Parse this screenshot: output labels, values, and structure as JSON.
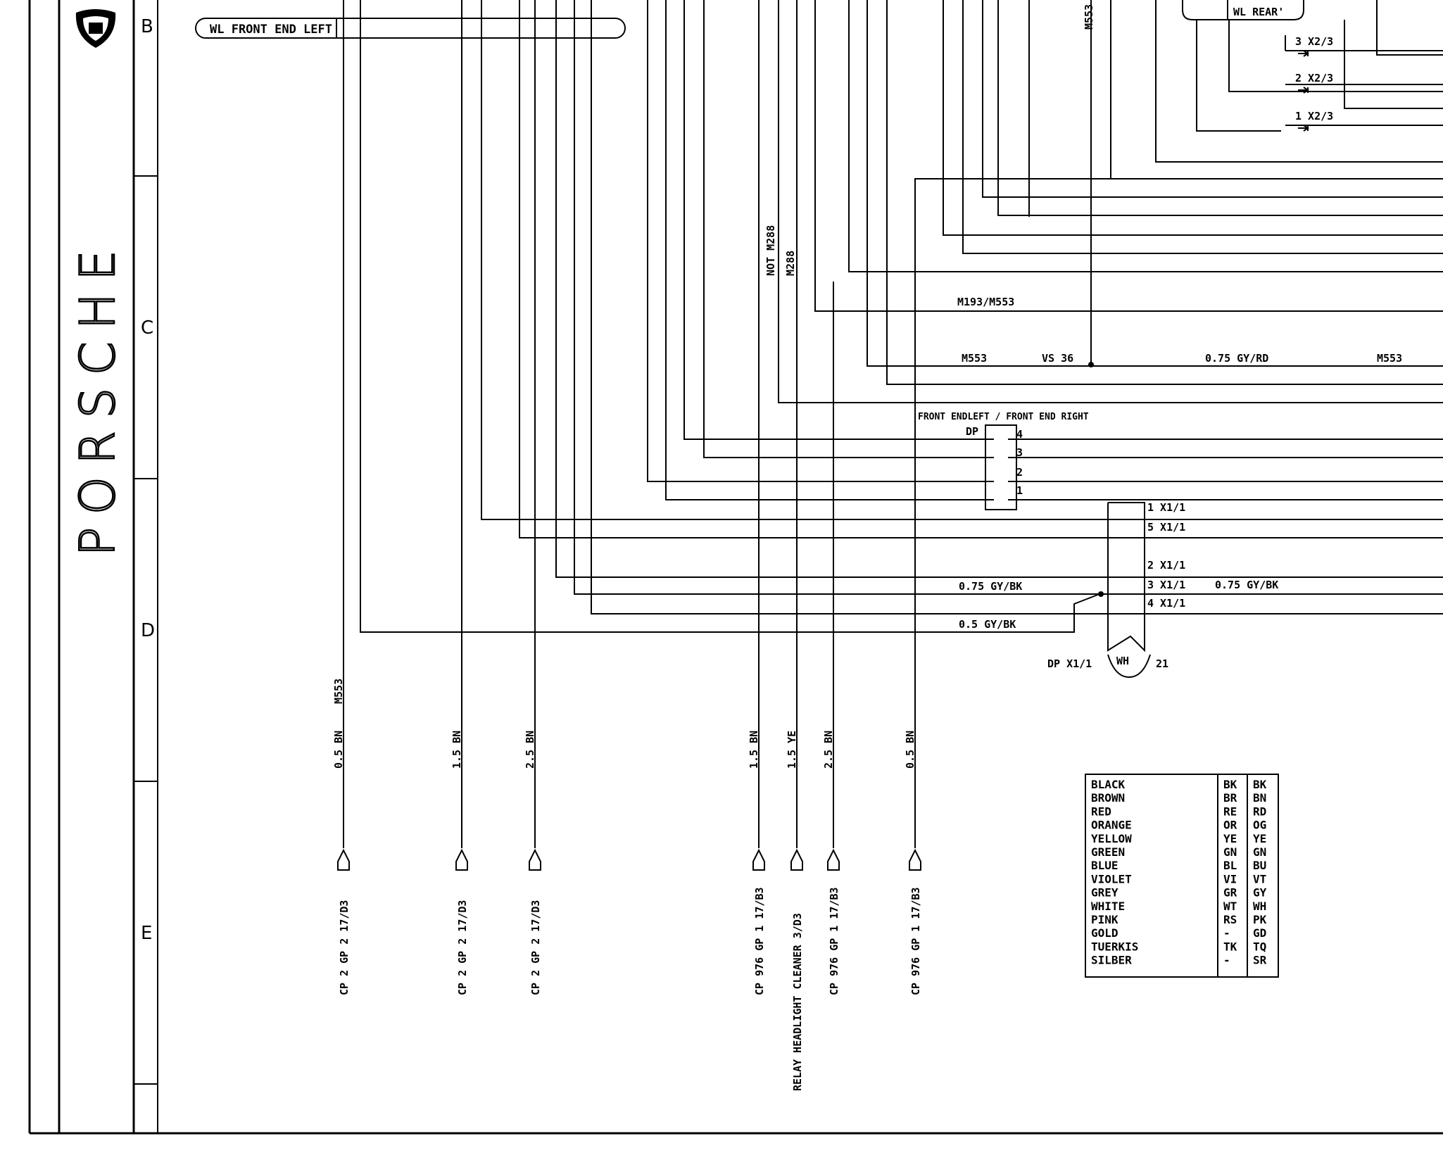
{
  "brand": {
    "name": "PORSCHE"
  },
  "zones": [
    "B",
    "C",
    "D",
    "E"
  ],
  "connectors_top": {
    "wl_front_end_left": "WL FRONT END LEFT",
    "wl_rear": "WL REAR'"
  },
  "x2_pins": [
    "3 X2/3",
    "2 X2/3",
    "1 X2/3"
  ],
  "wire_labels": {
    "m553_top": "M553",
    "not_m288": "NOT M288",
    "m288": "M288",
    "m193_m553": "M193/M553",
    "m553_left": "M553",
    "vs36": "VS 36",
    "gy_rd": "0.75 GY/RD",
    "m553_right": "M553",
    "gy_bk_1": "0.75 GY/BK",
    "gy_bk_2": "0.75 GY/BK",
    "gy_bk_3": "0.5 GY/BK",
    "m553_vertical": "M553"
  },
  "dp_connector": {
    "title": "FRONT ENDLEFT / FRONT END RIGHT",
    "name": "DP",
    "pins": [
      "4",
      "3",
      "2",
      "1"
    ]
  },
  "x1_connector": {
    "pins": [
      "1 X1/1",
      "5 X1/1",
      "2 X1/1",
      "3 X1/1",
      "4 X1/1"
    ],
    "name": "DP X1/1",
    "color_code": "WH",
    "number": "21"
  },
  "bottom_wires": [
    {
      "size": "0.5 BN",
      "target": "CP 2 GP 2  17/D3"
    },
    {
      "size": "1.5 BN",
      "target": "CP 2 GP 2  17/D3"
    },
    {
      "size": "2.5 BN",
      "target": "CP 2 GP 2  17/D3"
    },
    {
      "size": "1.5 BN",
      "target": "CP 976 GP 1  17/B3"
    },
    {
      "size": "1.5 YE",
      "target": "RELAY HEADLIGHT CLEANER  3/D3"
    },
    {
      "size": "2.5 BN",
      "target": "CP 976 GP 1  17/B3"
    },
    {
      "size": "0.5 BN",
      "target": "CP 976 GP 1  17/B3"
    }
  ],
  "color_legend": [
    {
      "name": "BLACK",
      "de": "BK",
      "en": "BK"
    },
    {
      "name": "BROWN",
      "de": "BR",
      "en": "BN"
    },
    {
      "name": "RED",
      "de": "RE",
      "en": "RD"
    },
    {
      "name": "ORANGE",
      "de": "OR",
      "en": "OG"
    },
    {
      "name": "YELLOW",
      "de": "YE",
      "en": "YE"
    },
    {
      "name": "GREEN",
      "de": "GN",
      "en": "GN"
    },
    {
      "name": "BLUE",
      "de": "BL",
      "en": "BU"
    },
    {
      "name": "VIOLET",
      "de": "VI",
      "en": "VT"
    },
    {
      "name": "GREY",
      "de": "GR",
      "en": "GY"
    },
    {
      "name": "WHITE",
      "de": "WT",
      "en": "WH"
    },
    {
      "name": "PINK",
      "de": "RS",
      "en": "PK"
    },
    {
      "name": "GOLD",
      "de": "-",
      "en": "GD"
    },
    {
      "name": "TUERKIS",
      "de": "TK",
      "en": "TQ"
    },
    {
      "name": "SILBER",
      "de": "-",
      "en": "SR"
    }
  ]
}
